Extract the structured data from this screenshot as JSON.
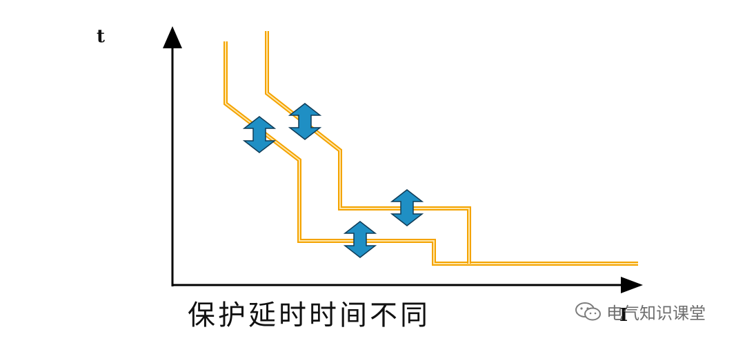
{
  "axes": {
    "y_label": "t",
    "x_label": "I"
  },
  "caption": "保护延时时间不同",
  "watermark": {
    "text": "电气知识课堂",
    "icon": "wechat-icon"
  },
  "colors": {
    "curve_outer": "#f4a300",
    "curve_inner": "#ffe6a8",
    "arrow_fill": "#1f8fc4",
    "arrow_stroke": "#0f3b57",
    "axis": "#000000"
  }
}
